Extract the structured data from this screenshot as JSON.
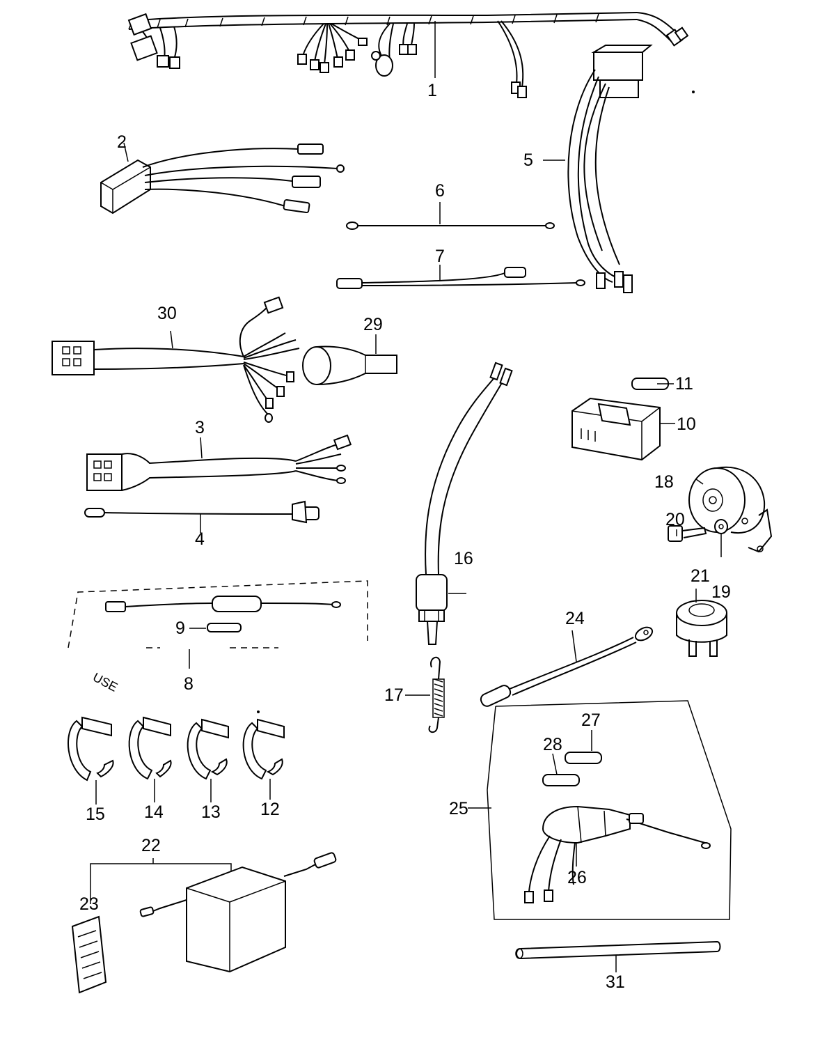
{
  "diagram": {
    "callouts": [
      {
        "id": "1",
        "text": "1"
      },
      {
        "id": "2",
        "text": "2"
      },
      {
        "id": "3",
        "text": "3"
      },
      {
        "id": "4",
        "text": "4"
      },
      {
        "id": "5",
        "text": "5"
      },
      {
        "id": "6",
        "text": "6"
      },
      {
        "id": "7",
        "text": "7"
      },
      {
        "id": "8",
        "text": "8"
      },
      {
        "id": "9",
        "text": "9"
      },
      {
        "id": "10",
        "text": "10"
      },
      {
        "id": "11",
        "text": "11"
      },
      {
        "id": "12",
        "text": "12"
      },
      {
        "id": "13",
        "text": "13"
      },
      {
        "id": "14",
        "text": "14"
      },
      {
        "id": "15",
        "text": "15"
      },
      {
        "id": "16",
        "text": "16"
      },
      {
        "id": "17",
        "text": "17"
      },
      {
        "id": "18",
        "text": "18"
      },
      {
        "id": "19",
        "text": "19"
      },
      {
        "id": "20",
        "text": "20"
      },
      {
        "id": "21",
        "text": "21"
      },
      {
        "id": "22",
        "text": "22"
      },
      {
        "id": "23",
        "text": "23"
      },
      {
        "id": "24",
        "text": "24"
      },
      {
        "id": "25",
        "text": "25"
      },
      {
        "id": "26",
        "text": "26"
      },
      {
        "id": "27",
        "text": "27"
      },
      {
        "id": "28",
        "text": "28"
      },
      {
        "id": "29",
        "text": "29"
      },
      {
        "id": "30",
        "text": "30"
      },
      {
        "id": "31",
        "text": "31"
      }
    ],
    "note_text": "USE"
  }
}
